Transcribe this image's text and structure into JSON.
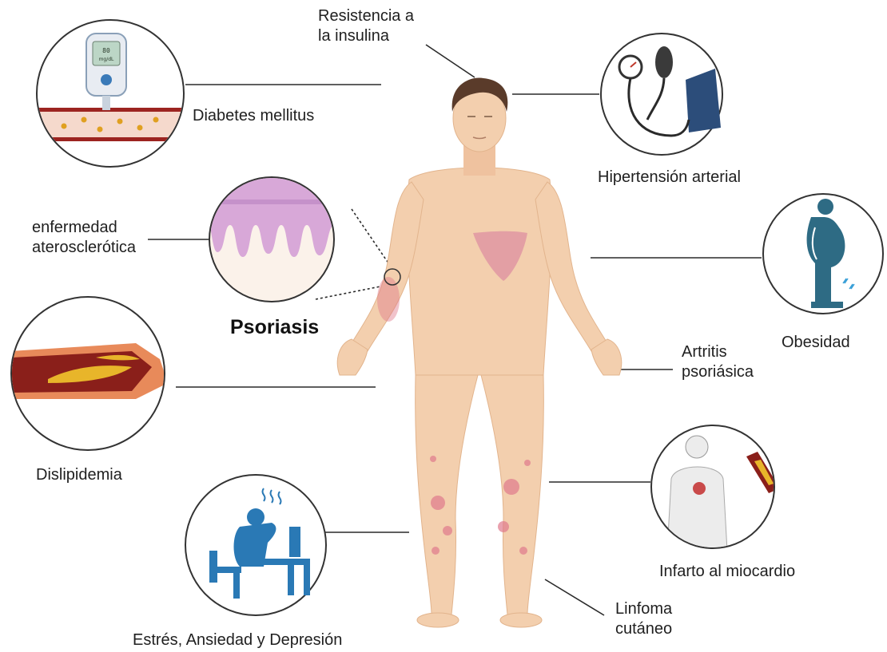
{
  "title": "Psoriasis",
  "labels": {
    "insulin_resistance": [
      "Resistencia a",
      "la insulina"
    ],
    "diabetes": "Diabetes mellitus",
    "hypertension": "Hipertensión arterial",
    "atherosclerotic": [
      "enfermedad",
      "aterosclerótica"
    ],
    "obesity": "Obesidad",
    "psoriatic_arthritis": [
      "Artritis",
      "psoriásica"
    ],
    "dyslipidemia": "Dislipidemia",
    "myocardial_infarction": "Infarto al miocardio",
    "stress": "Estrés, Ansiedad y Depresión",
    "cutaneous_lymphoma": [
      "Linfoma",
      "cutáneo"
    ]
  },
  "glucometer": {
    "reading": "80",
    "unit": "mg/dL"
  },
  "colors": {
    "skin": "#f3cfae",
    "skin_shade": "#e6b791",
    "hair": "#5a3b2a",
    "plaque": "#e07a8c",
    "psoriasis_patch": "#de8fa0",
    "line": "#2a2a2a",
    "circle_border": "#333333",
    "artery_wall": "#8a1f1a",
    "plaque_yellow": "#e8b52a",
    "device_blue": "#2f6f9f",
    "stress_blue": "#2a79b5",
    "obesity_teal": "#2e6b84",
    "histology_pink": "#d8a8d8"
  }
}
